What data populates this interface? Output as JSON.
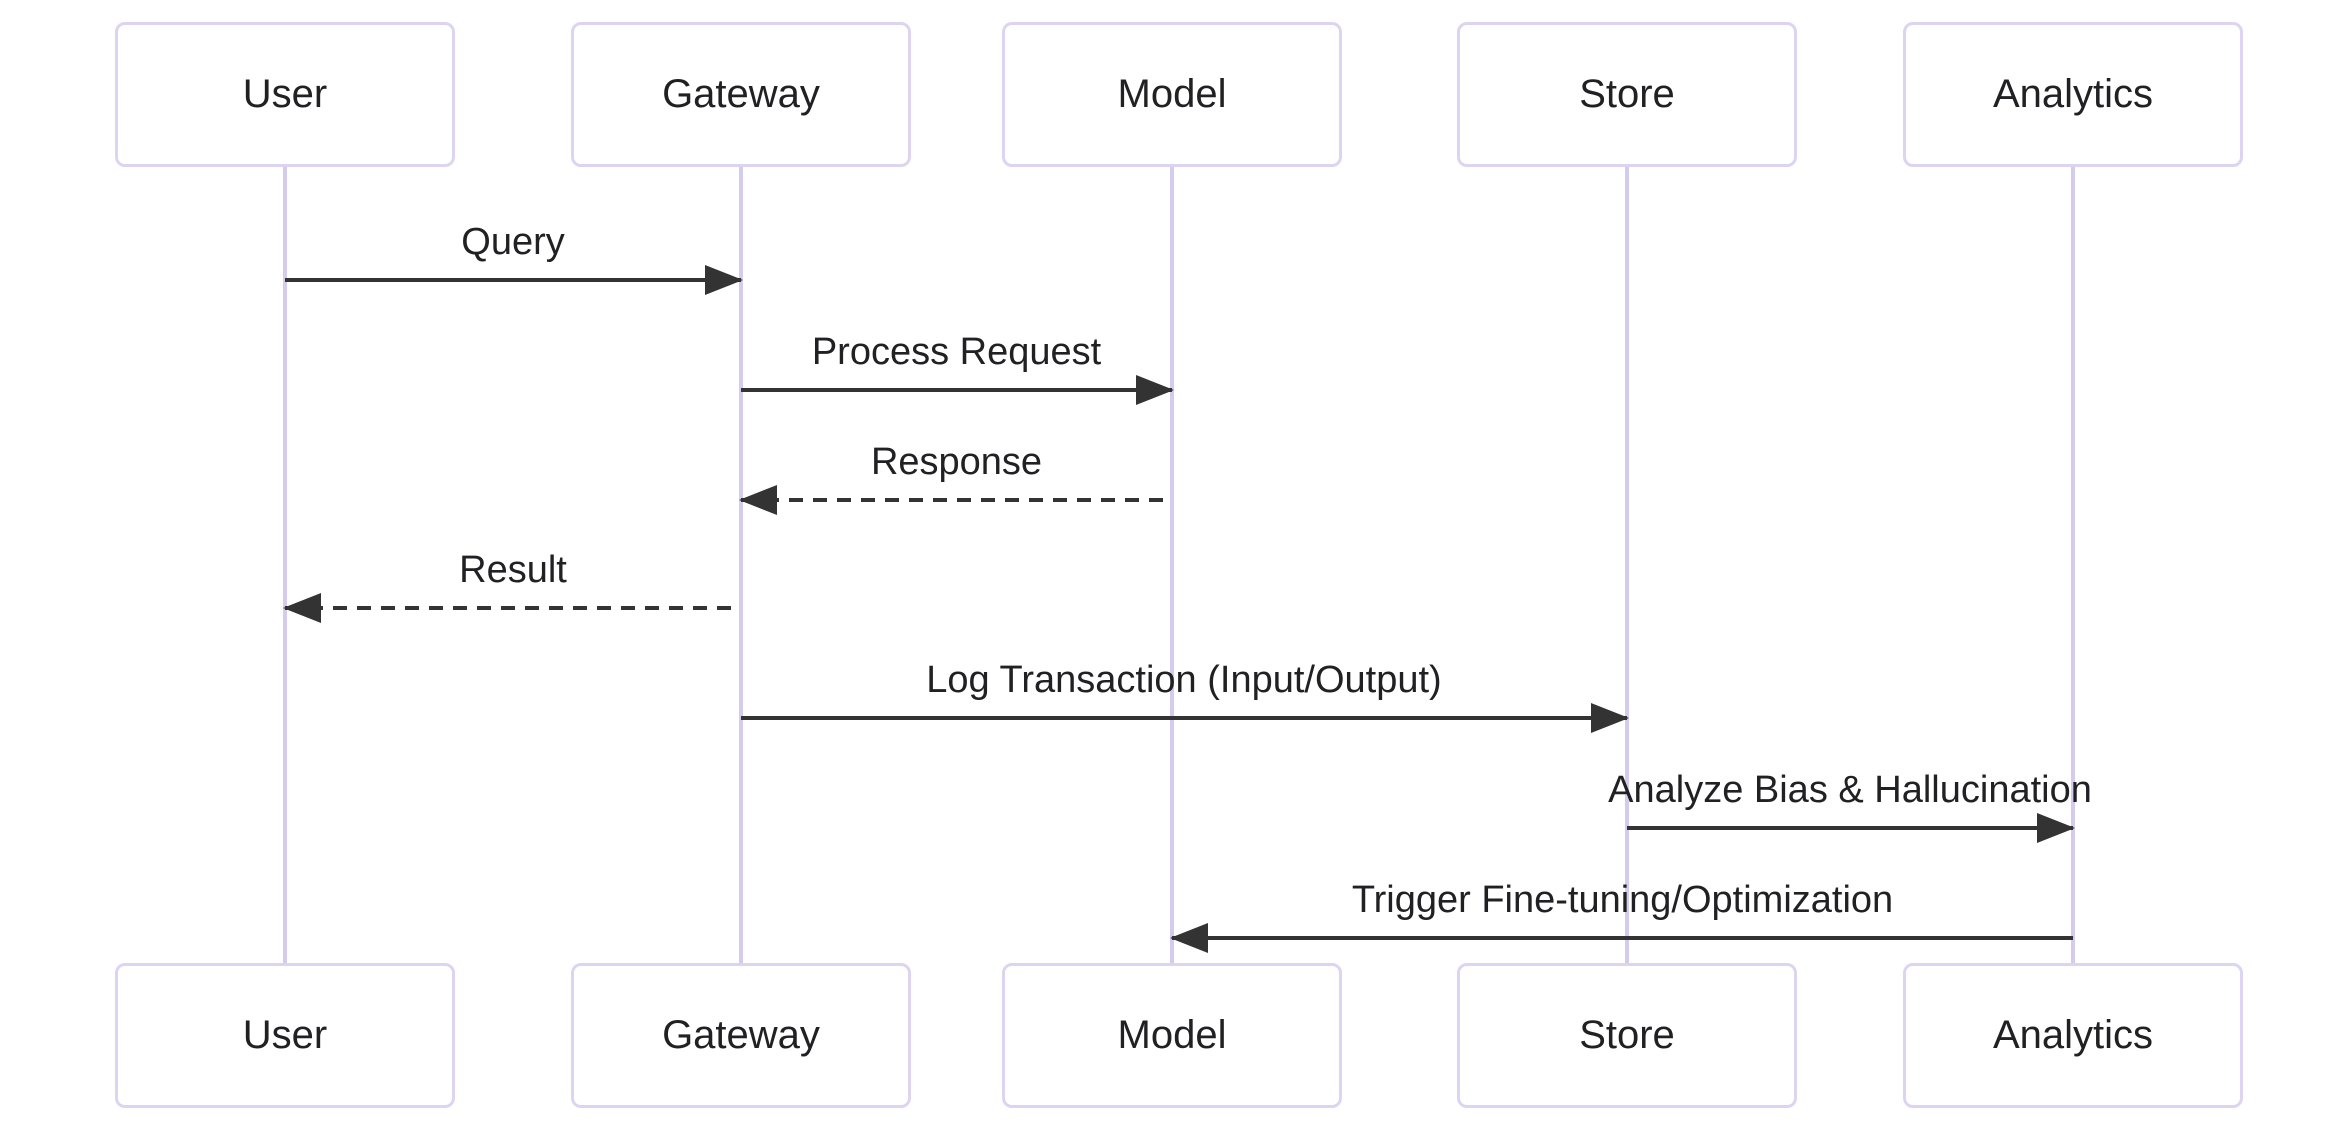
{
  "diagram": {
    "type": "sequence-diagram",
    "actors": [
      {
        "id": "user",
        "label": "User"
      },
      {
        "id": "gateway",
        "label": "Gateway"
      },
      {
        "id": "model",
        "label": "Model"
      },
      {
        "id": "store",
        "label": "Store"
      },
      {
        "id": "analytics",
        "label": "Analytics"
      }
    ],
    "messages": [
      {
        "from": "User",
        "to": "Gateway",
        "label": "Query",
        "line": "solid",
        "direction": "right"
      },
      {
        "from": "Gateway",
        "to": "Model",
        "label": "Process Request",
        "line": "solid",
        "direction": "right"
      },
      {
        "from": "Model",
        "to": "Gateway",
        "label": "Response",
        "line": "dashed",
        "direction": "left"
      },
      {
        "from": "Gateway",
        "to": "User",
        "label": "Result",
        "line": "dashed",
        "direction": "left"
      },
      {
        "from": "Gateway",
        "to": "Store",
        "label": "Log Transaction (Input/Output)",
        "line": "solid",
        "direction": "right"
      },
      {
        "from": "Store",
        "to": "Analytics",
        "label": "Analyze Bias & Hallucination",
        "line": "solid",
        "direction": "right"
      },
      {
        "from": "Analytics",
        "to": "Model",
        "label": "Trigger Fine-tuning/Optimization",
        "line": "solid",
        "direction": "left"
      }
    ],
    "colors": {
      "background": "#ffffff",
      "actor_fill": "#ffffff",
      "actor_border": "#ddd4f2",
      "lifeline": "#d5cbee",
      "arrow": "#333333",
      "text": "#212124"
    }
  }
}
